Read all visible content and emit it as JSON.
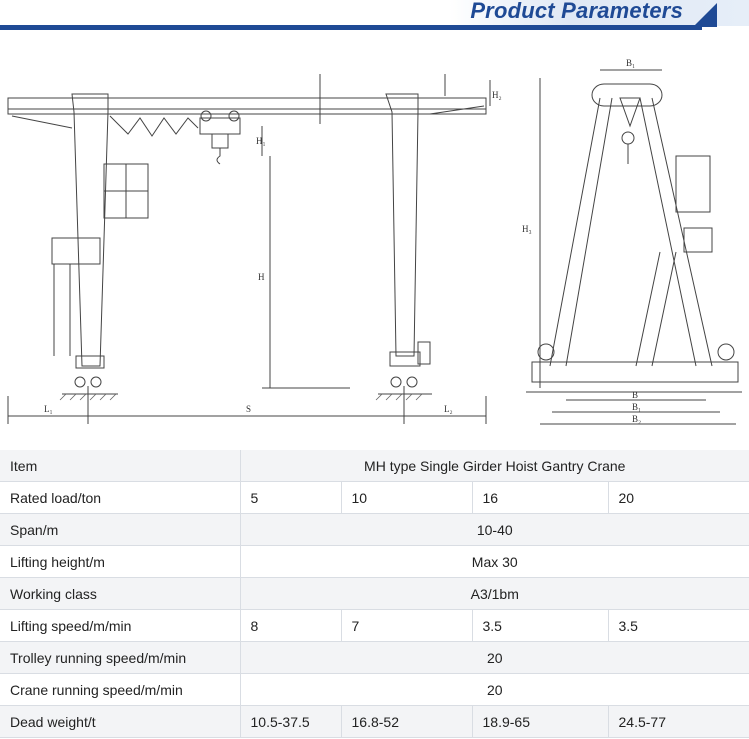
{
  "header": {
    "title": "Product Parameters"
  },
  "drawing": {
    "labels": {
      "h1": "H₁",
      "h2": "H₂",
      "h": "H",
      "lc_left": "L₁",
      "s": "S",
      "lc_right": "L₂",
      "b1": "B₁",
      "h_side": "H₃",
      "b": "B",
      "b_2": "B₁",
      "b_3": "B₂"
    }
  },
  "table": {
    "header": {
      "label": "Item",
      "value": "MH type Single Girder Hoist Gantry Crane"
    },
    "rows": [
      {
        "label": "Rated load/ton",
        "values": [
          "5",
          "10",
          "16",
          "20"
        ]
      },
      {
        "label": "Span/m",
        "value": "10-40"
      },
      {
        "label": "Lifting height/m",
        "value": "Max 30"
      },
      {
        "label": "Working class",
        "value": "A3/1bm"
      },
      {
        "label": "Lifting speed/m/min",
        "values": [
          "8",
          "7",
          "3.5",
          "3.5"
        ]
      },
      {
        "label": "Trolley running speed/m/min",
        "value": "20"
      },
      {
        "label": "Crane running speed/m/min",
        "value": "20"
      },
      {
        "label": "Dead weight/t",
        "values": [
          "10.5-37.5",
          "16.8-52",
          "18.9-65",
          "24.5-77"
        ]
      }
    ]
  }
}
